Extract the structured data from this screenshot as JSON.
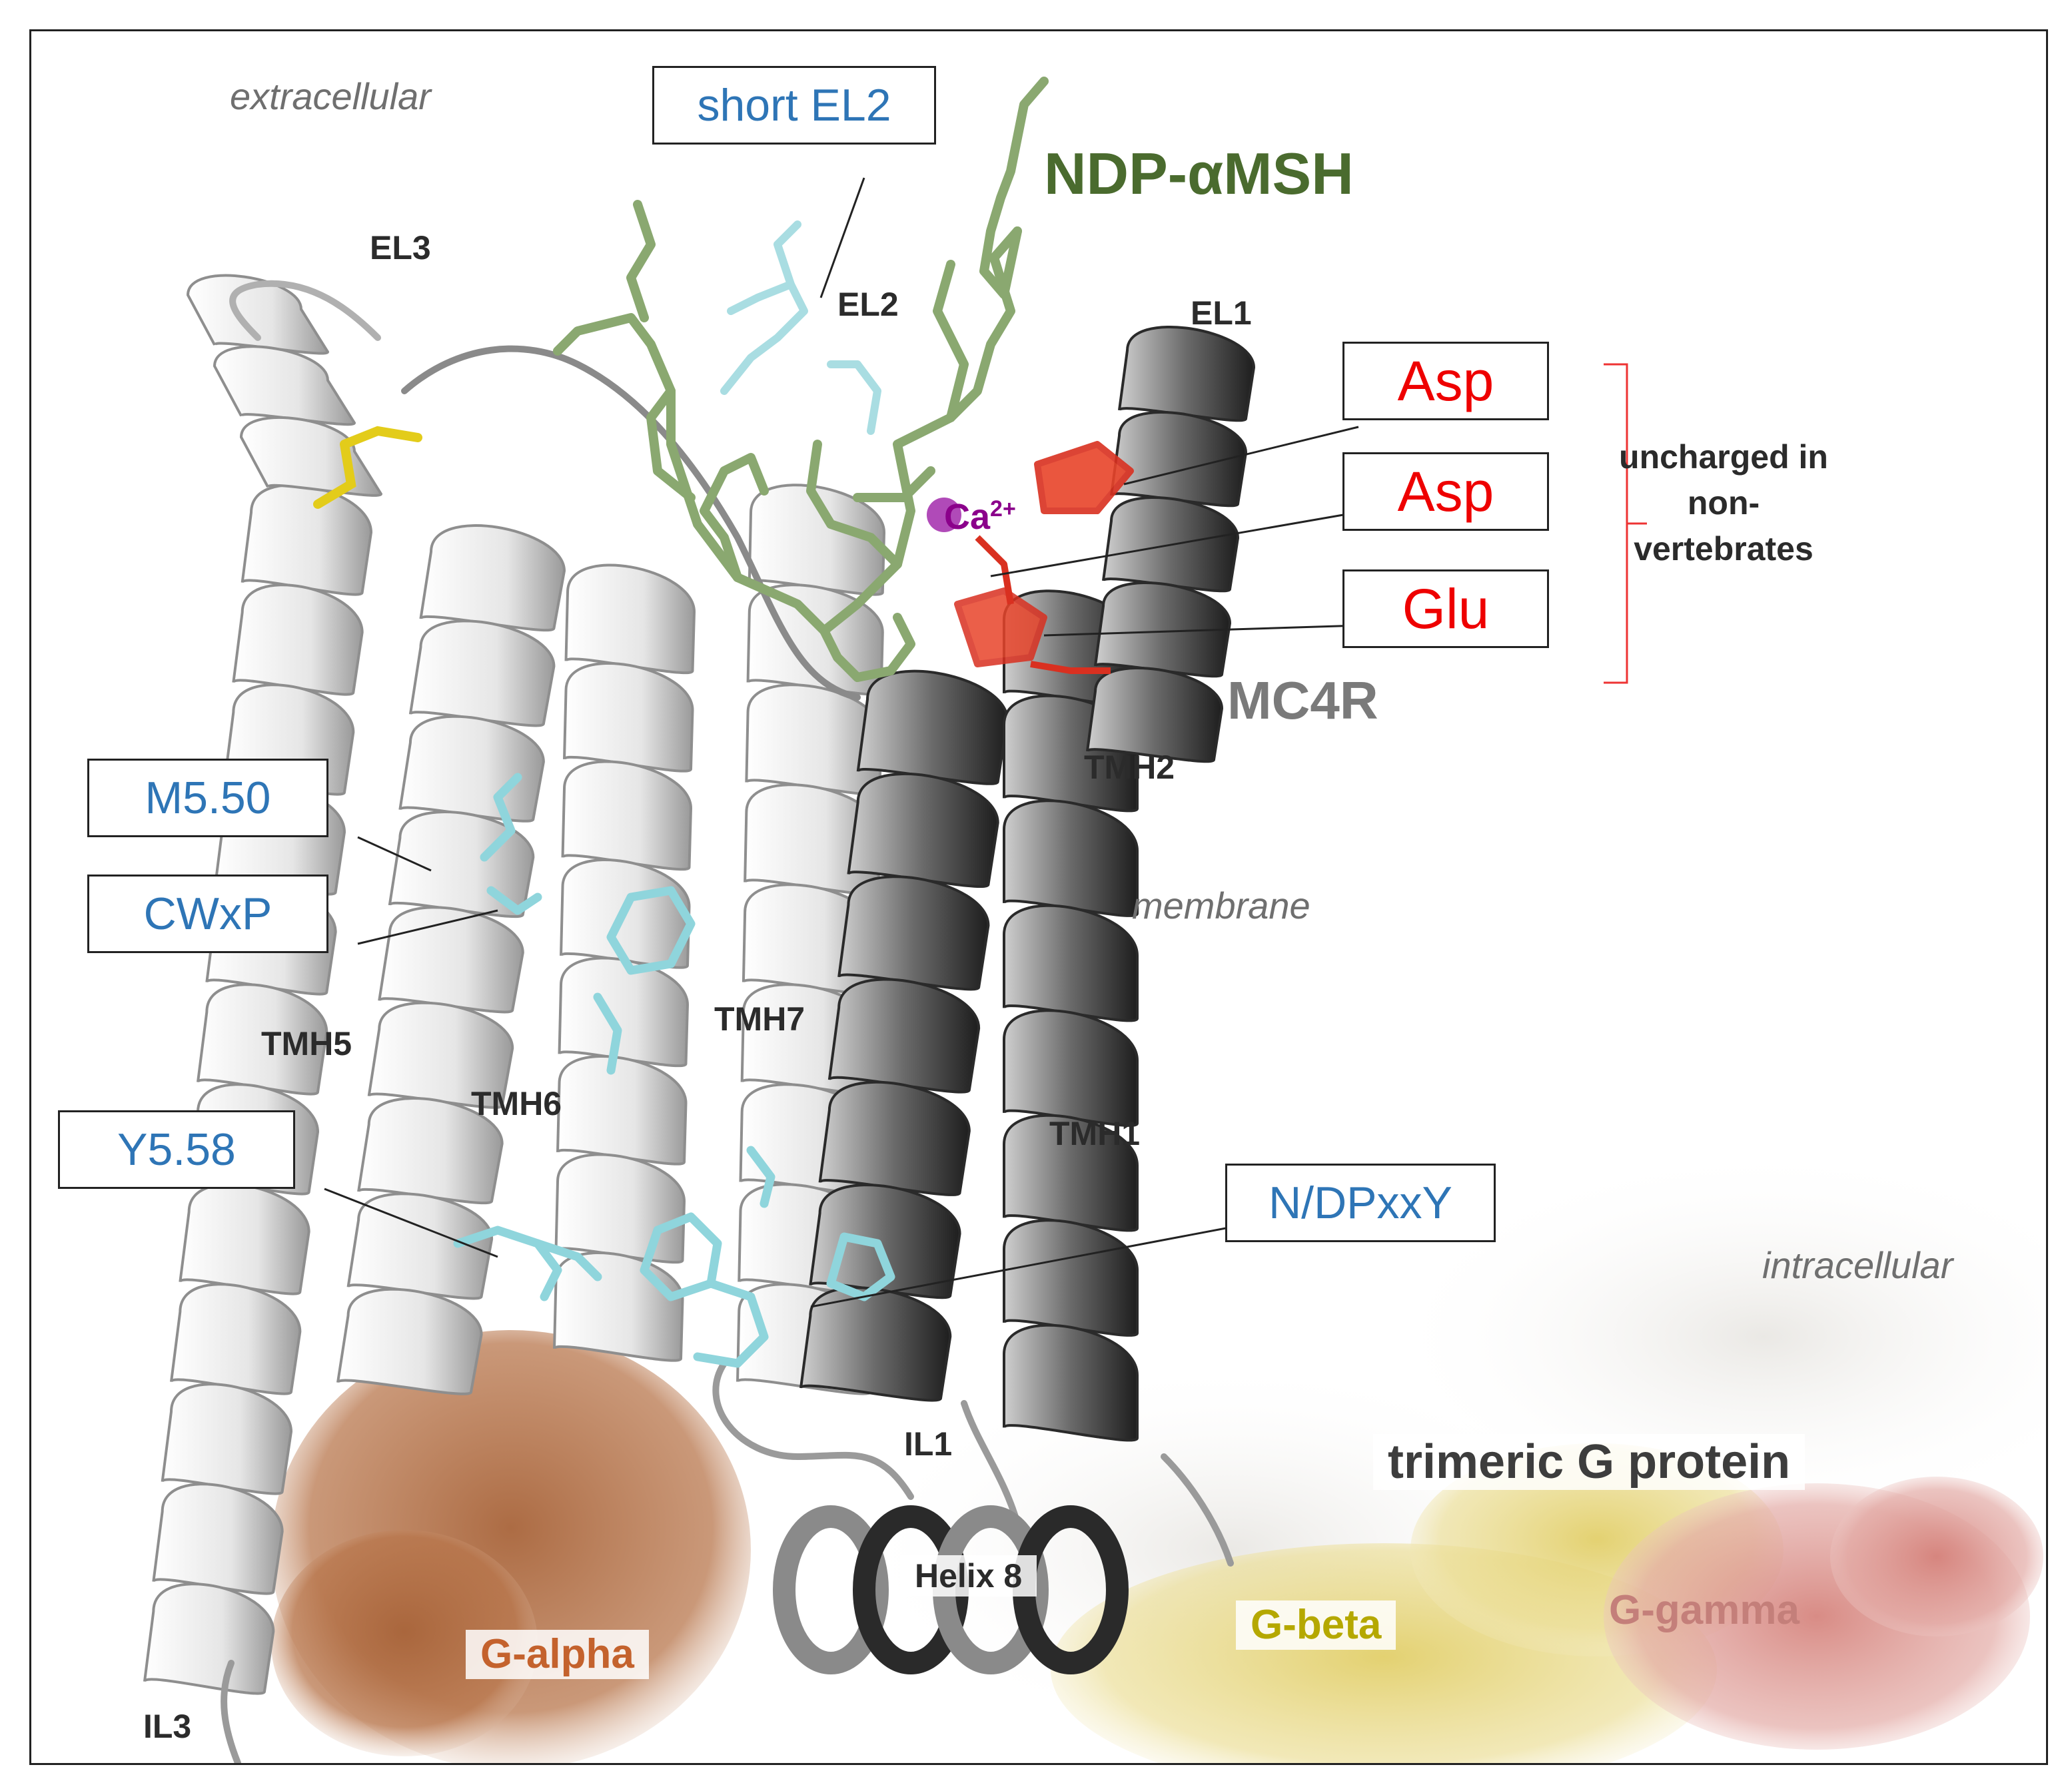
{
  "labels": {
    "extracellular": "extracellular",
    "membrane": "membrane",
    "intracellular": "intracellular",
    "ligand": "NDP-αMSH",
    "receptor": "MC4R",
    "ion": "Ca",
    "ion_charge": "2+",
    "el1": "EL1",
    "el2": "EL2",
    "el3": "EL3",
    "tmh1": "TMH1",
    "tmh2": "TMH2",
    "tmh5": "TMH5",
    "tmh6": "TMH6",
    "tmh7": "TMH7",
    "il1": "IL1",
    "il3": "IL3",
    "helix8": "Helix 8",
    "uncharged_line1": "uncharged in",
    "uncharged_line2": "non-",
    "uncharged_line3": "vertebrates",
    "g_protein": "trimeric G protein",
    "g_alpha": "G-alpha",
    "g_beta": "G-beta",
    "g_gamma": "G-gamma"
  },
  "boxes": {
    "short_el2": "short EL2",
    "asp1": "Asp",
    "asp2": "Asp",
    "glu": "Glu",
    "m550": "M5.50",
    "cwxp": "CWxP",
    "y558": "Y5.58",
    "ndpxxy": "N/DPxxY"
  },
  "colors": {
    "ligand": "#4a6b2e",
    "ligand_sticks": "#8aa870",
    "receptor_label": "#7a7a7a",
    "motif_box_text": "#2e75b6",
    "acidic_box_text": "#ee0000",
    "ion": "#8b008b",
    "g_alpha": "#c4622d",
    "g_beta": "#b5a800",
    "g_gamma": "#c47f7a",
    "bracket": "#ee3333",
    "motif_residues": "#7fd6de"
  }
}
